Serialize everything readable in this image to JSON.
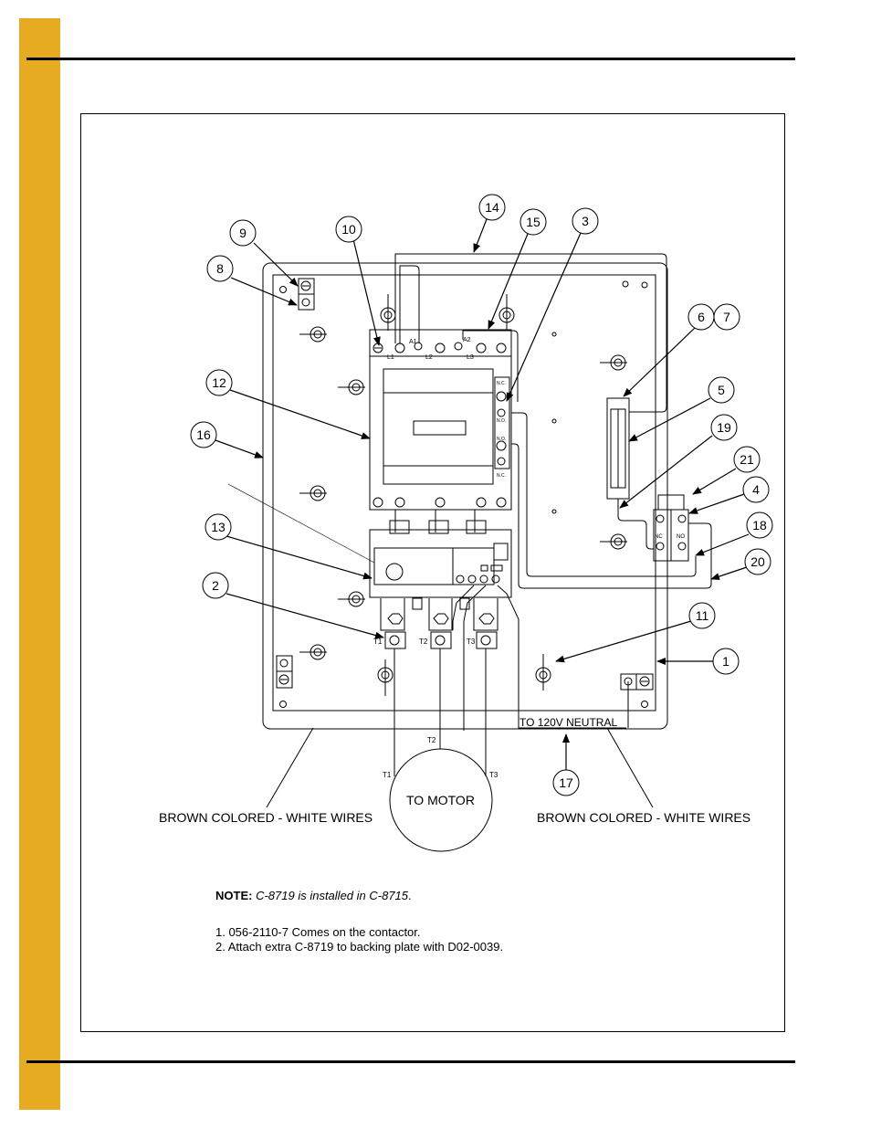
{
  "colors": {
    "side_bar": "#e7ab21",
    "ink": "#000000"
  },
  "callouts": [
    "1",
    "2",
    "3",
    "4",
    "5",
    "6",
    "7",
    "8",
    "9",
    "10",
    "11",
    "12",
    "13",
    "14",
    "15",
    "16",
    "17",
    "18",
    "19",
    "20",
    "21"
  ],
  "terminal_labels": {
    "a1": "A1",
    "a2": "A2",
    "l1": "L1",
    "l2": "L2",
    "l3": "L3",
    "nc": "N.C.",
    "no": "N.O.",
    "t1": "T1",
    "t2": "T2",
    "t3": "T3",
    "switch_nc": "NC",
    "switch_no": "NO"
  },
  "labels": {
    "to_neutral": "TO 120V NEUTRAL",
    "to_motor": "TO MOTOR",
    "wires_left": "BROWN COLORED - WHITE WIRES",
    "wires_right": "BROWN COLORED - WHITE WIRES"
  },
  "notes": {
    "title": "NOTE:",
    "install": "C-8719 is installed in C-8715",
    "install_suffix": ".",
    "line1": "1. 056-2110-7 Comes on the contactor.",
    "line2": "2. Attach extra C-8719 to backing plate with D02-0039."
  }
}
